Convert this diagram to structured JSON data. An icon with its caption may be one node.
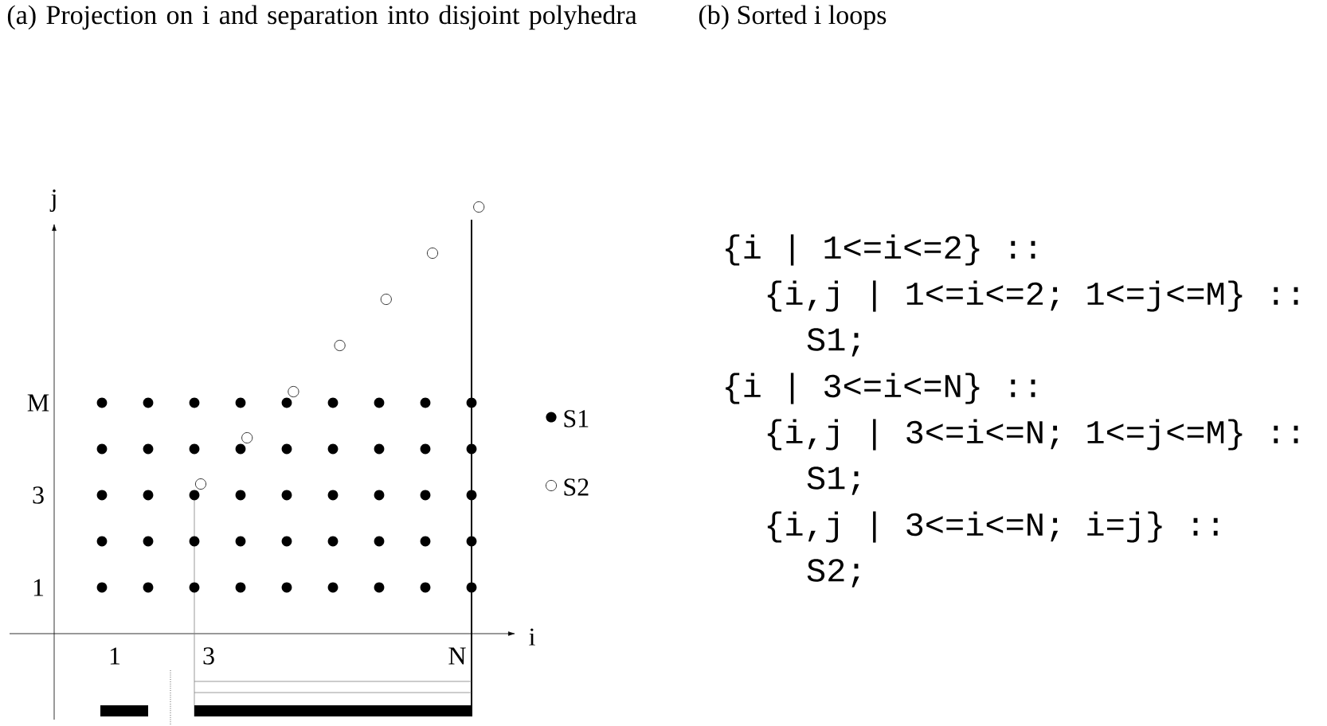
{
  "diagram": {
    "labels": [
      "(a) Projection on i and separation into disjoint polyhedra",
      "(b) Sorted i loops",
      "j",
      "M",
      "3",
      "1",
      "i",
      "1",
      "3",
      "N",
      "{i | 1<=i<=2} ::",
      "{i,j | 1<=i<=2; 1<=j<=M} ::",
      "S1;",
      "{i | 3<=i<=N} ::",
      "{i,j | 3<=i<=N; 1<=j<=M} ::",
      "S1;",
      "{i,j | 3<=i<=N; i=j} ::",
      "S2;"
    ],
    "legend": [
      {
        "text": "S1"
      },
      {
        "text": "S2"
      }
    ]
  }
}
